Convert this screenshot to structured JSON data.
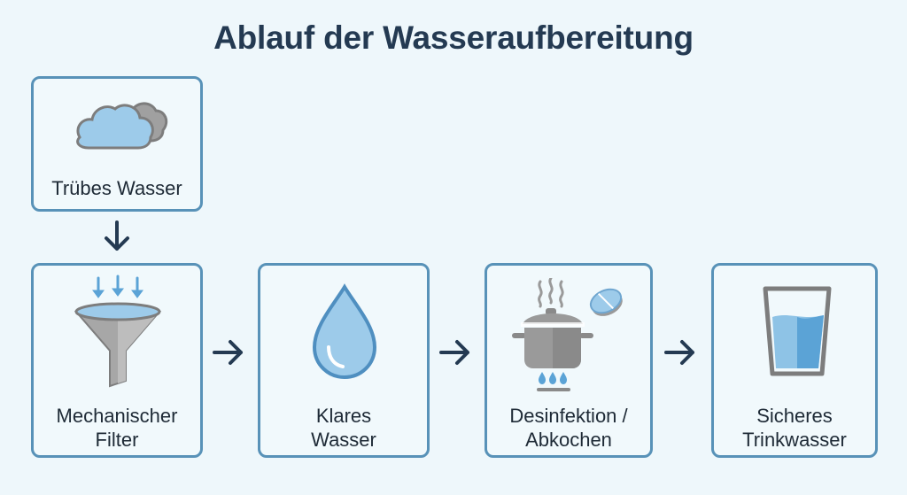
{
  "title": "Ablauf der Wasseraufbereitung",
  "colors": {
    "background": "#eef7fb",
    "box_border": "#5892b8",
    "title_text": "#243a52",
    "arrow": "#243a52",
    "water_blue": "#8ec3e6",
    "gray": "#8a8a8a"
  },
  "steps": [
    {
      "id": "turbid",
      "label_line1": "Trübes Wasser",
      "label_line2": "",
      "icon": "cloud-icon"
    },
    {
      "id": "filter",
      "label_line1": "Mechanischer",
      "label_line2": "Filter",
      "icon": "funnel-icon"
    },
    {
      "id": "clear",
      "label_line1": "Klares",
      "label_line2": "Wasser",
      "icon": "water-drop-icon"
    },
    {
      "id": "disinfect",
      "label_line1": "Desinfektion /",
      "label_line2": "Abkochen",
      "icon": "boiling-pot-icon"
    },
    {
      "id": "safe",
      "label_line1": "Sicheres",
      "label_line2": "Trinkwasser",
      "icon": "water-glass-icon"
    }
  ],
  "connections": [
    {
      "from": "turbid",
      "to": "filter",
      "direction": "down"
    },
    {
      "from": "filter",
      "to": "clear",
      "direction": "right"
    },
    {
      "from": "clear",
      "to": "disinfect",
      "direction": "right"
    },
    {
      "from": "disinfect",
      "to": "safe",
      "direction": "right"
    }
  ]
}
